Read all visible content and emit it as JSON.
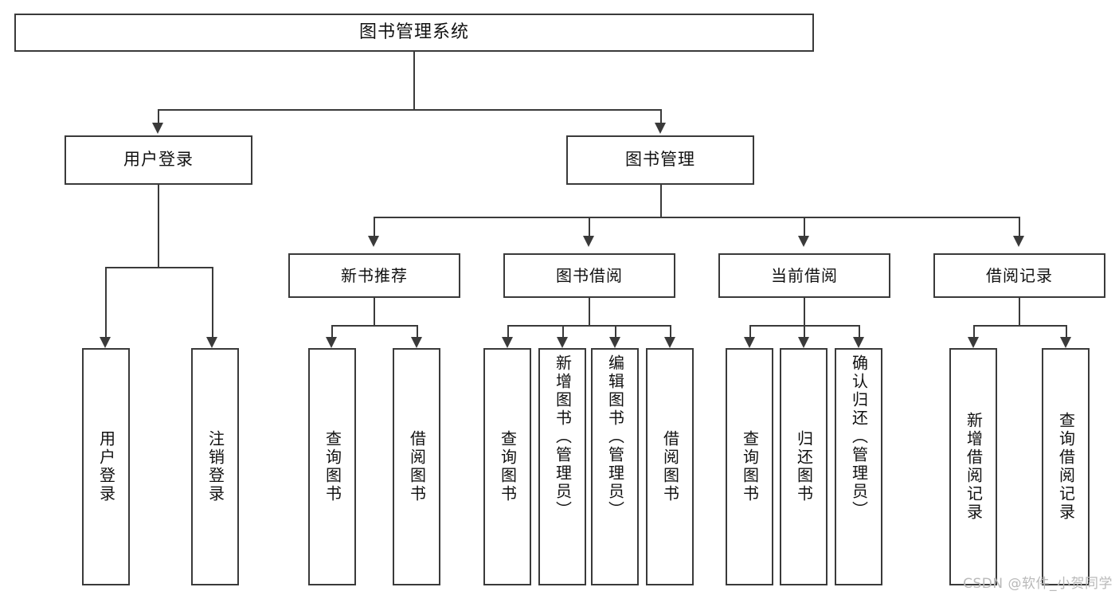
{
  "diagram": {
    "type": "tree",
    "title": "图书管理系统",
    "watermark": "CSDN @软件_小贺同学",
    "accent_color": "#3a3a3a",
    "background_color": "#ffffff",
    "nodes": {
      "root": {
        "label": "图书管理系统"
      },
      "level2": [
        {
          "label": "用户登录"
        },
        {
          "label": "图书管理"
        }
      ],
      "level3": [
        {
          "label": "新书推荐"
        },
        {
          "label": "图书借阅"
        },
        {
          "label": "当前借阅"
        },
        {
          "label": "借阅记录"
        }
      ],
      "leaves": [
        {
          "label": "用户登录",
          "parent": "用户登录"
        },
        {
          "label": "注销登录",
          "parent": "用户登录"
        },
        {
          "label": "查询图书",
          "parent": "新书推荐"
        },
        {
          "label": "借阅图书",
          "parent": "新书推荐"
        },
        {
          "label": "查询图书",
          "parent": "图书借阅"
        },
        {
          "label": "新增图书（管理员）",
          "parent": "图书借阅"
        },
        {
          "label": "编辑图书（管理员）",
          "parent": "图书借阅"
        },
        {
          "label": "借阅图书",
          "parent": "图书借阅"
        },
        {
          "label": "查询图书",
          "parent": "当前借阅"
        },
        {
          "label": "归还图书",
          "parent": "当前借阅"
        },
        {
          "label": "确认归还（管理员）",
          "parent": "当前借阅"
        },
        {
          "label": "新增借阅记录",
          "parent": "借阅记录"
        },
        {
          "label": "查询借阅记录",
          "parent": "借阅记录"
        }
      ]
    }
  }
}
